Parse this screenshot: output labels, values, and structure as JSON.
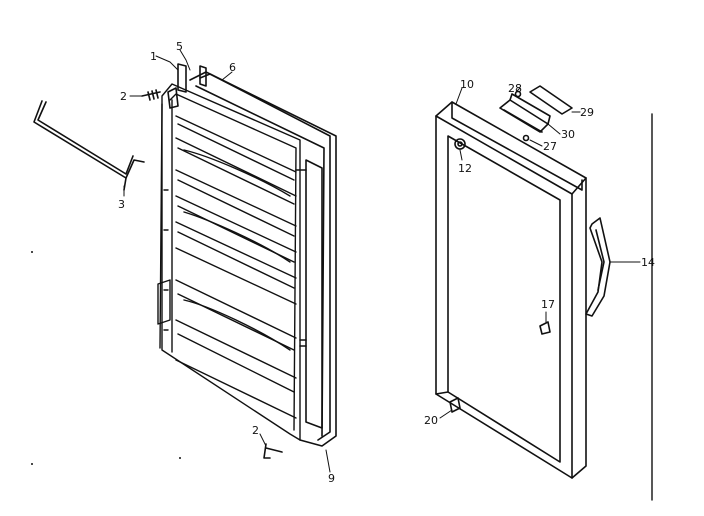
{
  "callouts": {
    "c1": "1",
    "c5": "5",
    "c6": "6",
    "c2a": "2",
    "c3": "3",
    "c2b": "2",
    "c9": "9",
    "c10": "10",
    "c28": "28",
    "c29": "29",
    "c30": "30",
    "c27": "27",
    "c12": "12",
    "c14": "14",
    "c17": "17",
    "c20": "20"
  }
}
